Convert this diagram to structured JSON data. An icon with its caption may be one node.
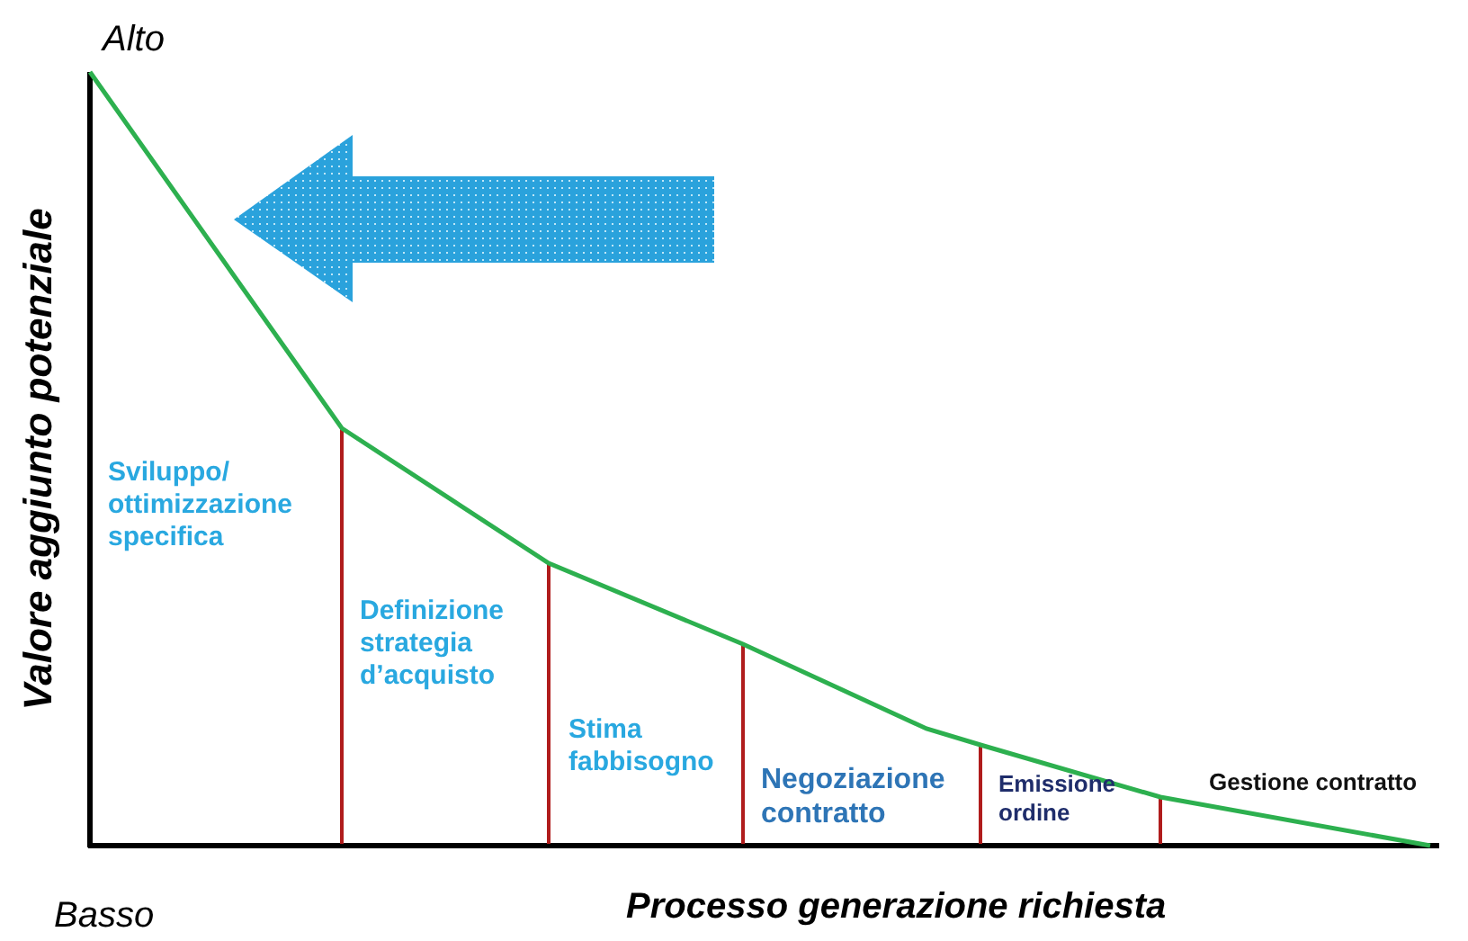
{
  "diagram": {
    "labels": [
      "Alto",
      "Valore aggiunto potenziale",
      "Sviluppo/ ottimizzazione specifica",
      "Definizione strategia d’acquisto",
      "Stima fabbisogno",
      "Negoziazione contratto",
      "Emissione ordine",
      "Gestione contratto",
      "Basso",
      "Processo generazione richiesta"
    ]
  }
}
